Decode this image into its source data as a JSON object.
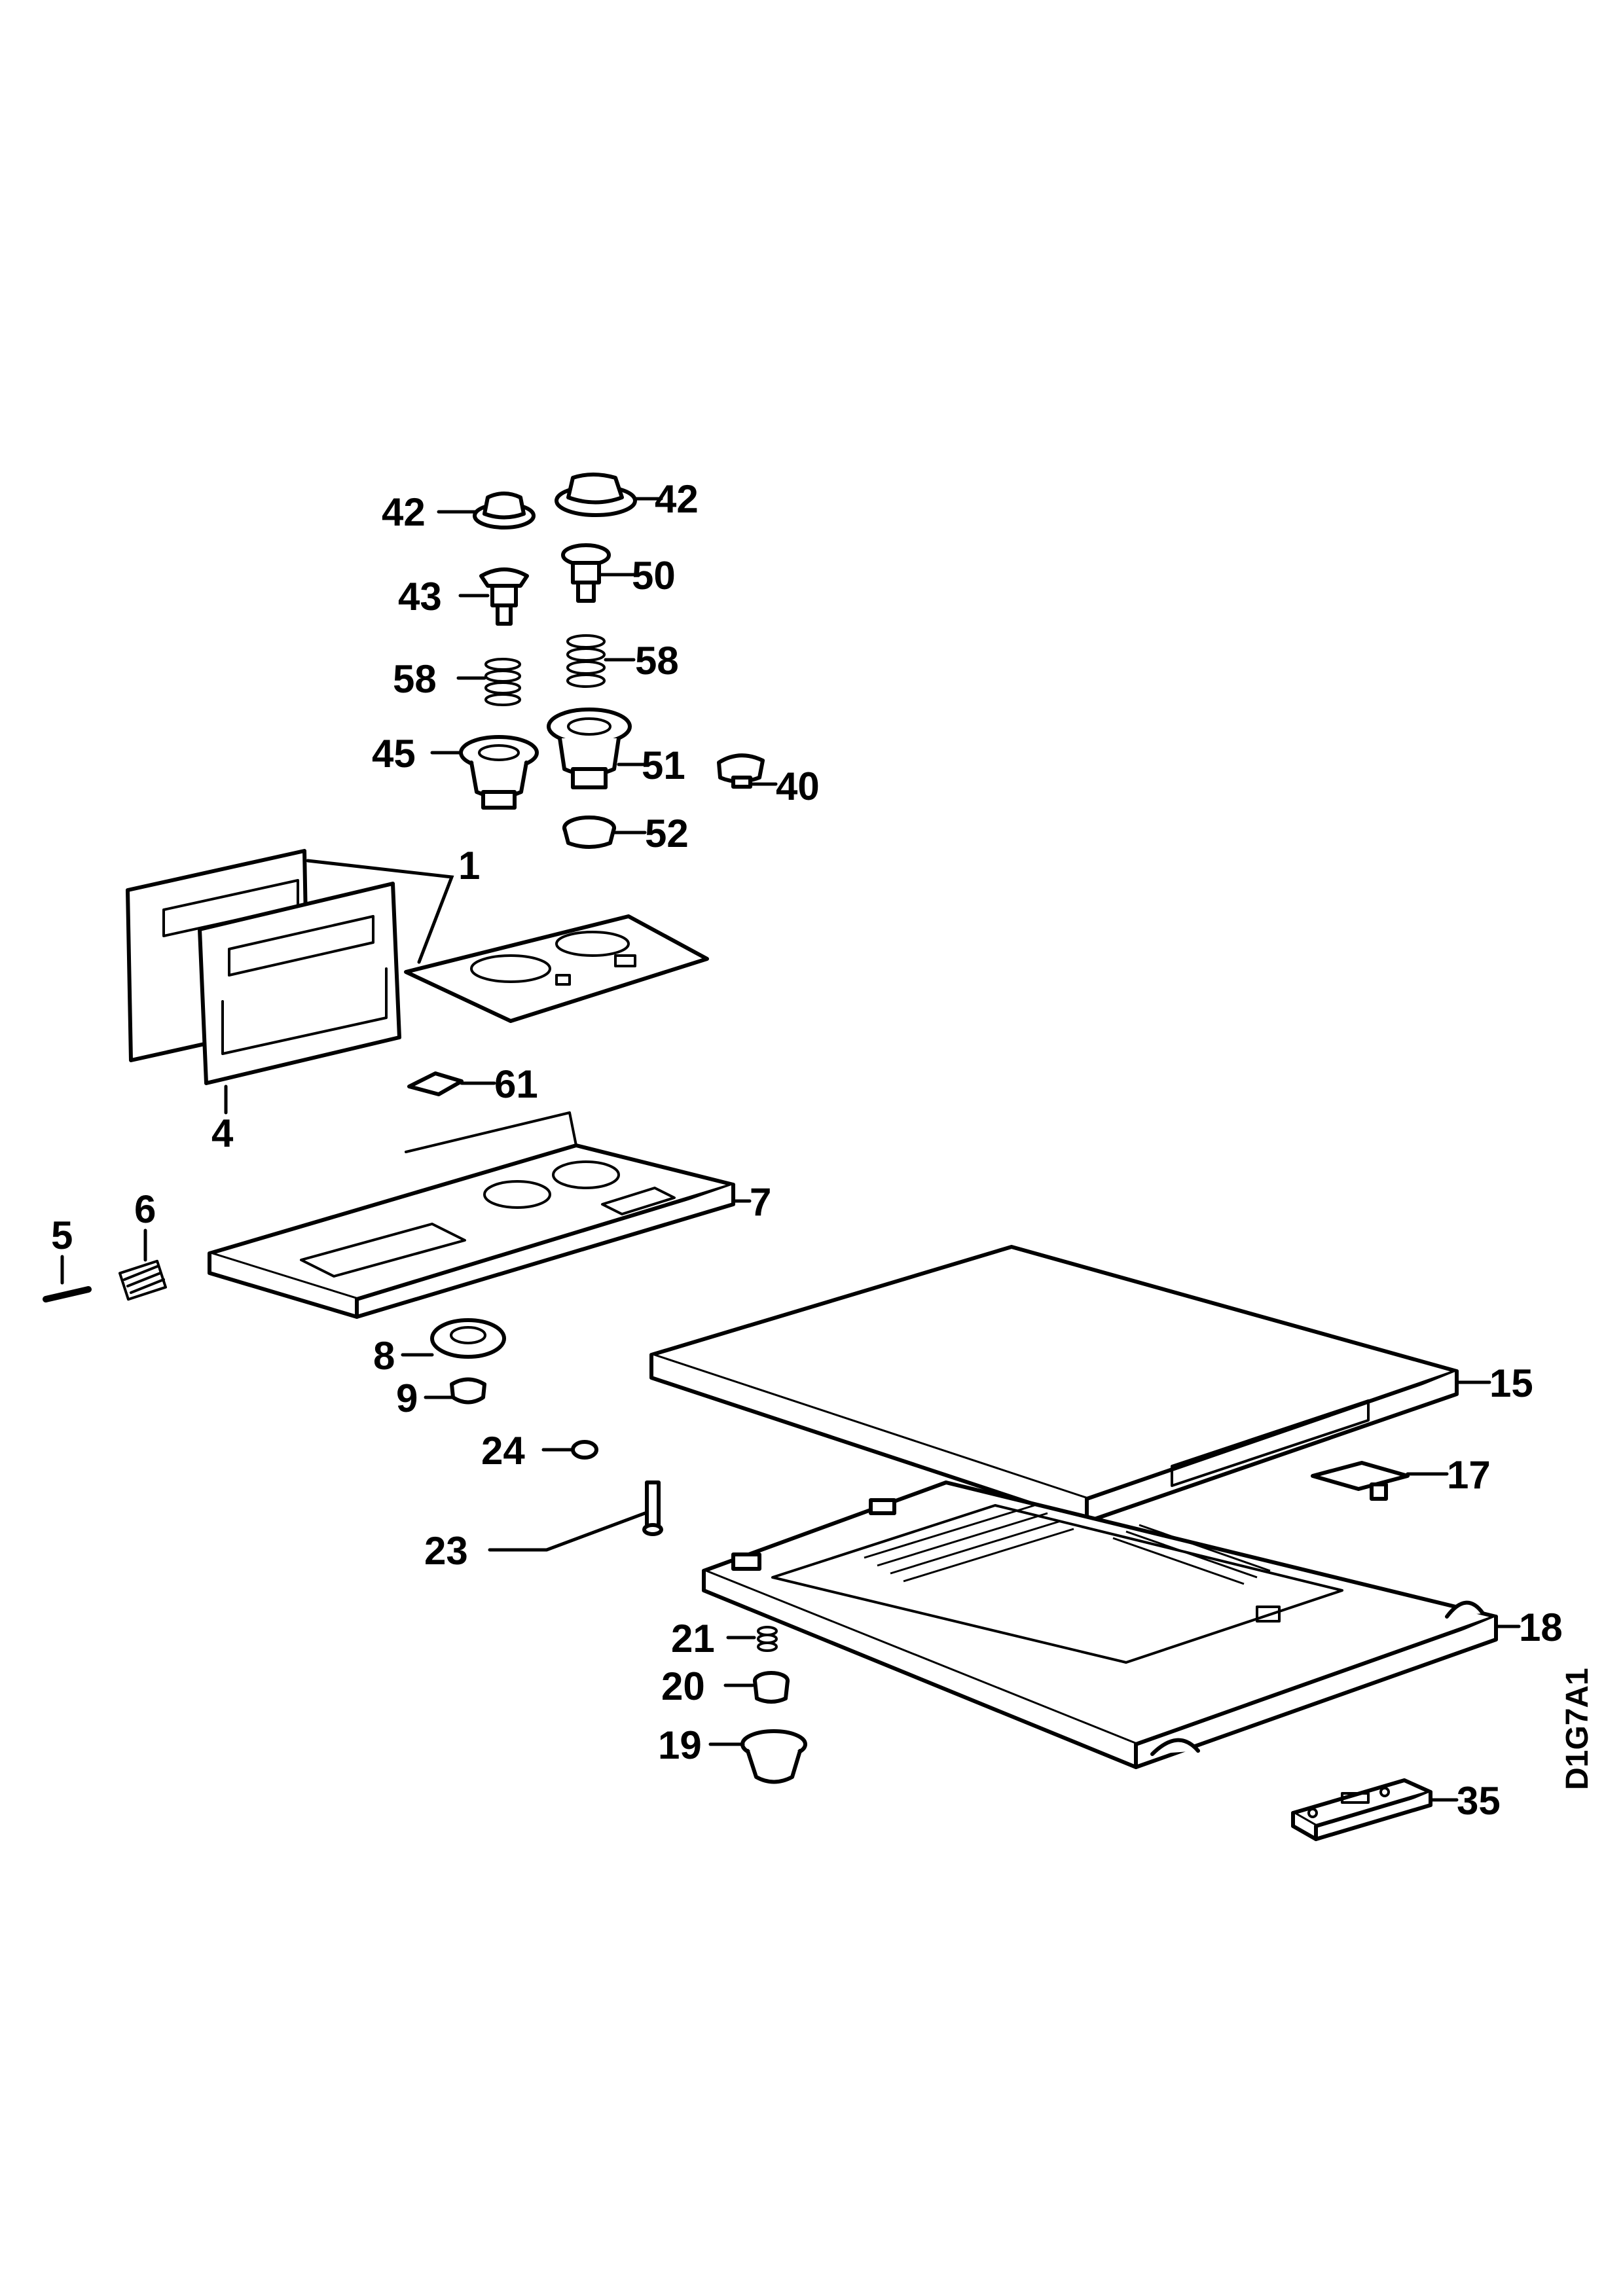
{
  "drawing_ref": "D1G7A1",
  "callouts": {
    "c42a": "42",
    "c42b": "42",
    "c43": "43",
    "c50": "50",
    "c58a": "58",
    "c58b": "58",
    "c45": "45",
    "c51": "51",
    "c40": "40",
    "c52": "52",
    "c1": "1",
    "c4": "4",
    "c61": "61",
    "c5": "5",
    "c6": "6",
    "c7": "7",
    "c8": "8",
    "c9": "9",
    "c15": "15",
    "c24": "24",
    "c17": "17",
    "c23": "23",
    "c18": "18",
    "c21": "21",
    "c20": "20",
    "c19": "19",
    "c35": "35"
  }
}
